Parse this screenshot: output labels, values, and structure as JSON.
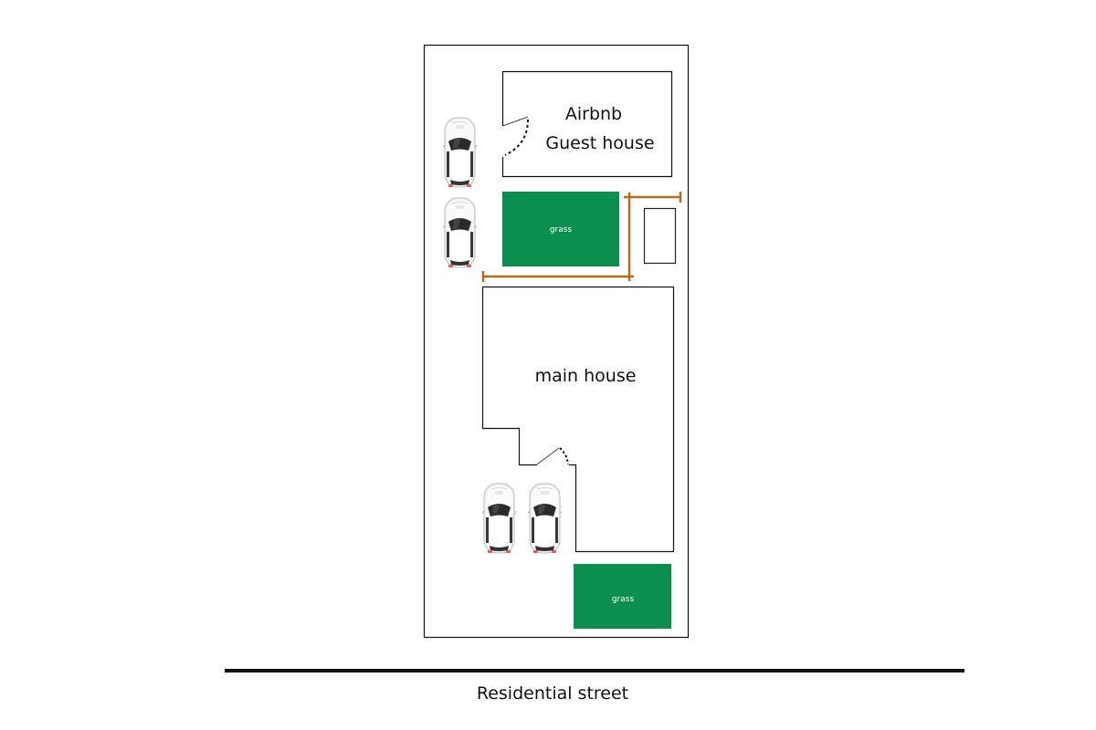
{
  "title": "Property site plan",
  "colors": {
    "grass": "#0b8f4f",
    "fence": "#b36b1c",
    "outline": "#111111",
    "street": "#111111"
  },
  "labels": {
    "guest_house_line1": "Airbnb",
    "guest_house_line2": "Guest house",
    "main_house": "main house",
    "grass_1": "grass",
    "grass_2": "grass",
    "street": "Residential street"
  },
  "elements": {
    "lot": "property-lot",
    "buildings": [
      "Airbnb Guest house",
      "main house",
      "small shed"
    ],
    "grass_areas": 2,
    "parked_cars": 4,
    "fences": 1,
    "street": "Residential street"
  }
}
